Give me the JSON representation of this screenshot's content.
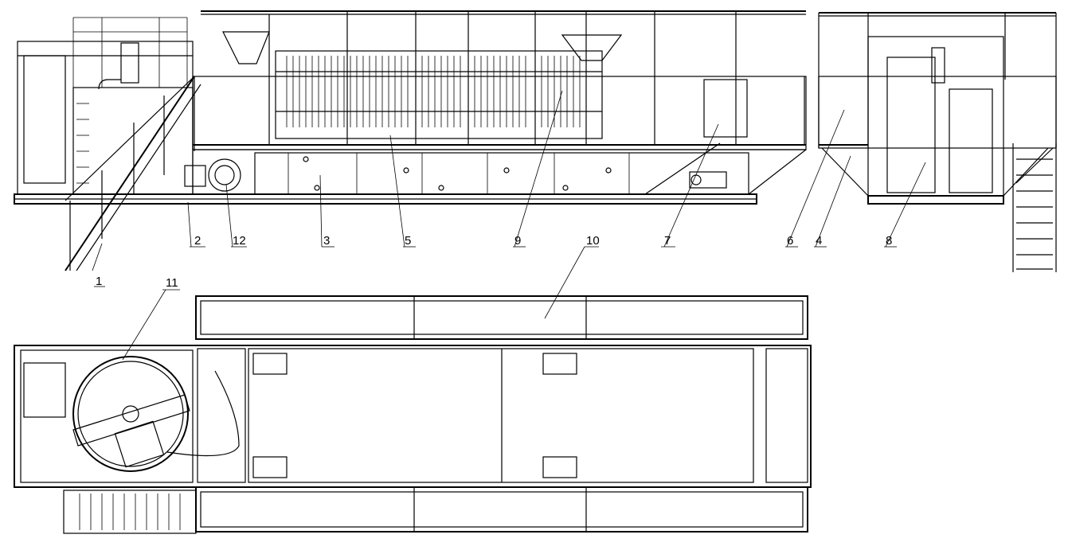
{
  "drawing": {
    "views": [
      "side-elevation",
      "end-elevation",
      "plan"
    ],
    "callouts": [
      {
        "id": "c1",
        "text": "1"
      },
      {
        "id": "c2",
        "text": "2"
      },
      {
        "id": "c12",
        "text": "12"
      },
      {
        "id": "c3",
        "text": "3"
      },
      {
        "id": "c5",
        "text": "5"
      },
      {
        "id": "c9",
        "text": "9"
      },
      {
        "id": "c7",
        "text": "7"
      },
      {
        "id": "c6",
        "text": "6"
      },
      {
        "id": "c4",
        "text": "4"
      },
      {
        "id": "c8",
        "text": "8"
      },
      {
        "id": "c10",
        "text": "10"
      },
      {
        "id": "c11",
        "text": "11"
      }
    ],
    "colors": {
      "line": "#000000",
      "background": "#ffffff"
    }
  }
}
